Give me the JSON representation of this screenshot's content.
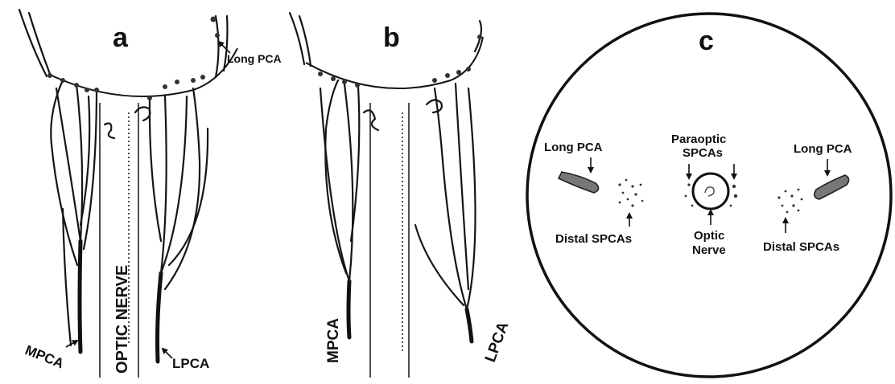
{
  "panels": {
    "a": {
      "letter": "a",
      "long_pca_label": "Long PCA",
      "nerve_label": "OPTIC NERVE",
      "mpca_label": "MPCA",
      "lpca_label": "LPCA"
    },
    "b": {
      "letter": "b",
      "mpca_label": "MPCA",
      "lpca_label": "LPCA"
    },
    "c": {
      "letter": "c",
      "long_pca_left": "Long PCA",
      "long_pca_right": "Long PCA",
      "paraoptic_line1": "Paraoptic",
      "paraoptic_line2": "SPCAs",
      "optic_line1": "Optic",
      "optic_line2": "Nerve",
      "distal_left": "Distal SPCAs",
      "distal_right": "Distal SPCAs"
    }
  }
}
